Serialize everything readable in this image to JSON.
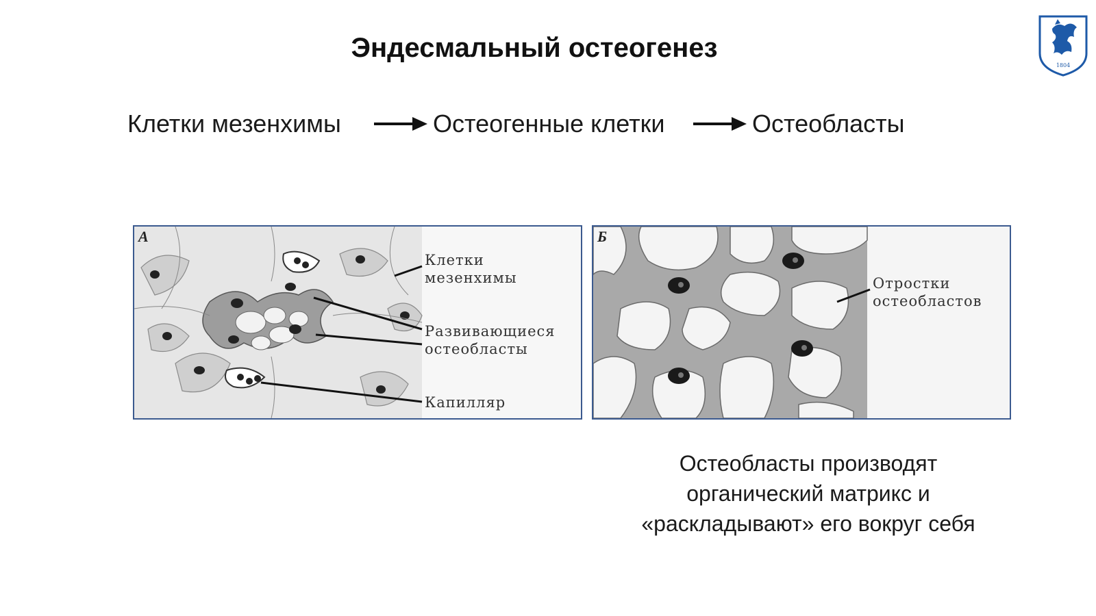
{
  "title": "Эндесмальный остеогенез",
  "flow": {
    "step1": "Клетки мезенхимы",
    "step2": "Остеогенные клетки",
    "step3": "Остеобласты",
    "arrow_icon": "right-arrow-icon"
  },
  "logo": {
    "year": "1804",
    "icon": "griffin-emblem-icon",
    "color": "#1e5aa8"
  },
  "panel_a": {
    "letter": "А",
    "label_mesenchyme_line1": "Клетки",
    "label_mesenchyme_line2": "мезенхимы",
    "label_developing_line1": "Развивающиеся",
    "label_developing_line2": "остеобласты",
    "label_capillary": "Капилляр"
  },
  "panel_b": {
    "letter": "Б",
    "label_processes_line1": "Отростки",
    "label_processes_line2": "остеобластов"
  },
  "caption": {
    "line1": "Остеобласты производят",
    "line2": "органический матрикс и",
    "line3": "«раскладывают» его вокруг себя"
  },
  "colors": {
    "frame": "#3b5a8f",
    "text": "#111111"
  }
}
